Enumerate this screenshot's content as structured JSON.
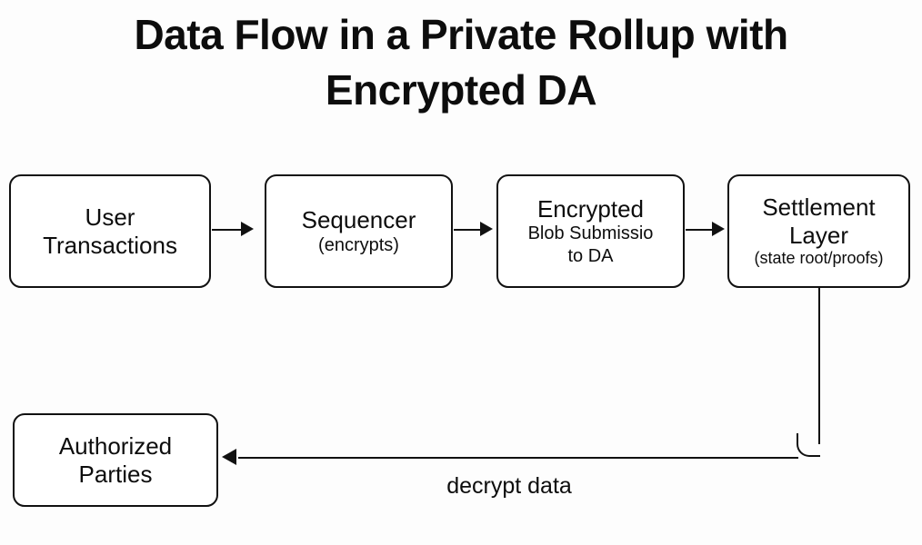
{
  "diagram": {
    "title": "Data Flow in a Private Rollup with\nEncrypted DA",
    "background_color": "#fdfdfd",
    "stroke_color": "#111111",
    "node_fill_color": "#ffffff",
    "nodes": [
      {
        "id": "user-transactions",
        "primary": "User\nTransactions",
        "secondary": ""
      },
      {
        "id": "sequencer",
        "primary": "Sequencer",
        "secondary": "(encrypts)"
      },
      {
        "id": "encrypted-blob-submission",
        "primary": "Encrypted",
        "secondary": "Blob Submissio\nto DA"
      },
      {
        "id": "settlement-layer",
        "primary": "Settlement\nLayer",
        "secondary": "(state root/proofs)"
      },
      {
        "id": "authorized-parties",
        "primary": "Authorized\nParties",
        "secondary": ""
      }
    ],
    "edges": [
      {
        "id": "user-to-sequencer",
        "from": "user-transactions",
        "to": "sequencer",
        "label": "",
        "direction": "right"
      },
      {
        "id": "sequencer-to-blob",
        "from": "sequencer",
        "to": "encrypted-blob-submission",
        "label": "",
        "direction": "right"
      },
      {
        "id": "blob-to-settlement",
        "from": "encrypted-blob-submission",
        "to": "settlement-layer",
        "label": "",
        "direction": "right"
      },
      {
        "id": "settlement-to-authorized",
        "from": "settlement-layer",
        "to": "authorized-parties",
        "label": "decrypt data",
        "direction": "left"
      }
    ]
  }
}
